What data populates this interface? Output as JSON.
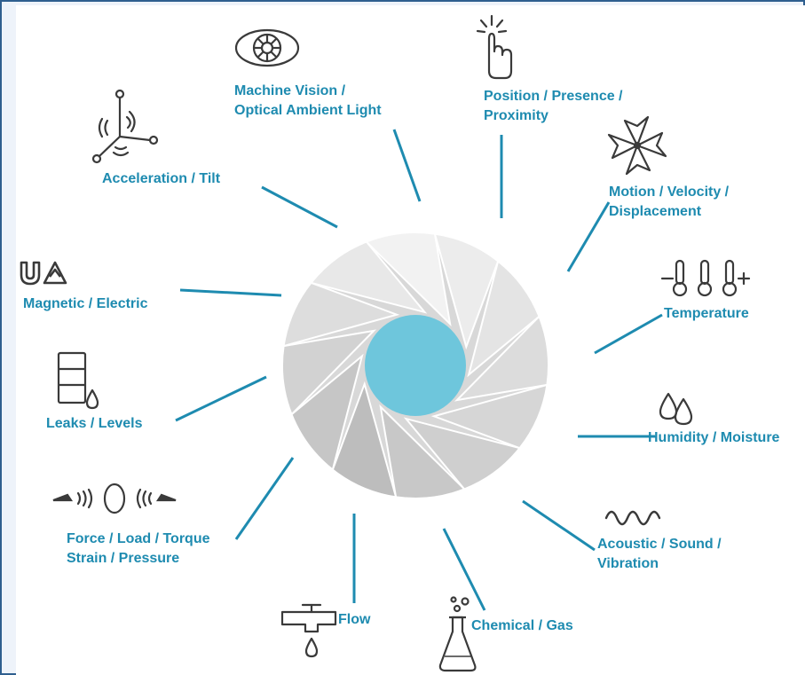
{
  "colors": {
    "accent": "#1e8bb0",
    "center": "#6ec6dc",
    "icon": "#3a3a3a",
    "frame": "#2f5f8f"
  },
  "sensors": [
    {
      "id": "machine-vision",
      "icon": "eye-icon",
      "lines": [
        "Machine Vision /",
        "Optical Ambient Light"
      ]
    },
    {
      "id": "position",
      "icon": "touch-icon",
      "lines": [
        "Position / Presence /",
        "Proximity"
      ]
    },
    {
      "id": "motion",
      "icon": "fan-icon",
      "lines": [
        "Motion / Velocity /",
        "Displacement"
      ]
    },
    {
      "id": "temperature",
      "icon": "thermometers-icon",
      "lines": [
        "Temperature"
      ]
    },
    {
      "id": "humidity",
      "icon": "droplets-icon",
      "lines": [
        "Humidity / Moisture"
      ]
    },
    {
      "id": "acoustic",
      "icon": "wave-icon",
      "lines": [
        "Acoustic / Sound /",
        "Vibration"
      ]
    },
    {
      "id": "chemical",
      "icon": "flask-icon",
      "lines": [
        "Chemical / Gas"
      ]
    },
    {
      "id": "flow",
      "icon": "faucet-icon",
      "lines": [
        "Flow"
      ]
    },
    {
      "id": "force",
      "icon": "pressure-icon",
      "lines": [
        "Force / Load / Torque",
        "Strain / Pressure"
      ]
    },
    {
      "id": "leaks",
      "icon": "tank-icon",
      "lines": [
        "Leaks / Levels"
      ]
    },
    {
      "id": "magnetic",
      "icon": "magnet-icon",
      "lines": [
        "Magnetic / Electric"
      ]
    },
    {
      "id": "acceleration",
      "icon": "axes-icon",
      "lines": [
        "Acceleration / Tilt"
      ]
    }
  ]
}
